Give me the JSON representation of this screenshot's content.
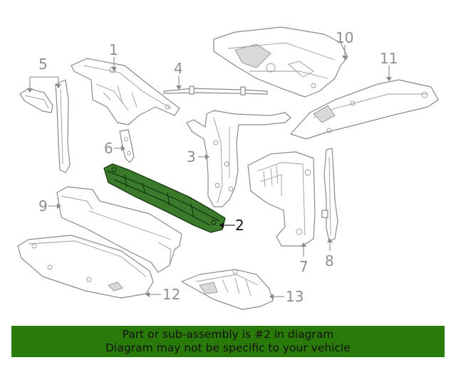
{
  "callouts": {
    "c1": "1",
    "c2": "2",
    "c3": "3",
    "c4": "4",
    "c5": "5",
    "c6": "6",
    "c7": "7",
    "c8": "8",
    "c9": "9",
    "c10": "10",
    "c11": "11",
    "c12": "12",
    "c13": "13"
  },
  "highlight": {
    "part_number": "2",
    "color": "#2a7a0a"
  },
  "banner": {
    "line1": "Part or sub-assembly is #2 in diagram",
    "line2": "Diagram may not be specific to your vehicle"
  }
}
